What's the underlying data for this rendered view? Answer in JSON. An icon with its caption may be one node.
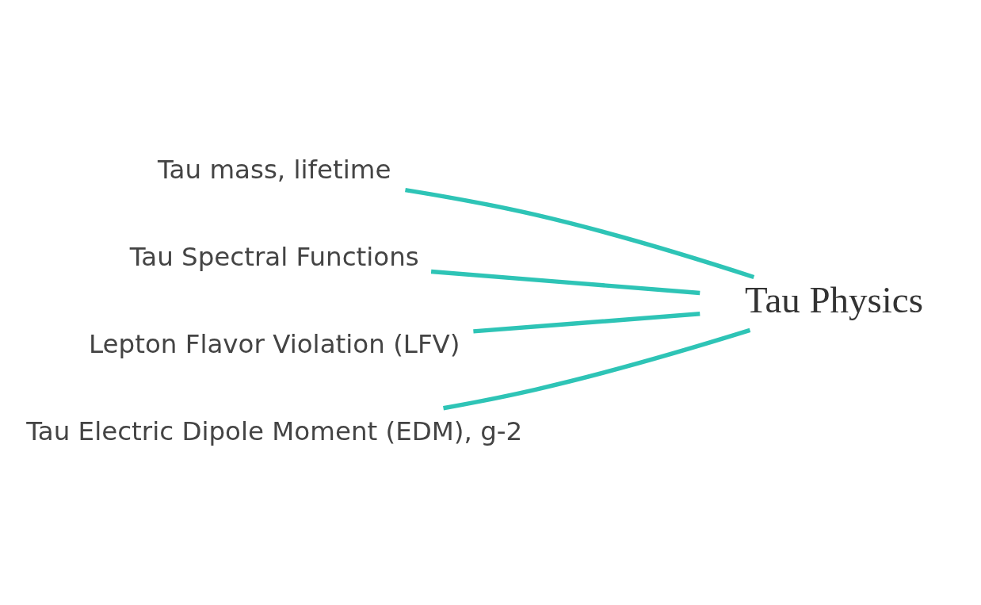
{
  "diagram": {
    "nodes": [
      {
        "text": [
          "Tau Physics"
        ]
      },
      {
        "text": [
          "Tau mass, lifetime"
        ]
      },
      {
        "text": [
          "Tau Spectral Functions"
        ]
      },
      {
        "text": [
          "Lepton Flavor Violation (LFV)"
        ]
      },
      {
        "text": [
          "Tau Electric Dipole Moment (EDM), g-2"
        ]
      }
    ],
    "edges": [
      {
        "from": 0,
        "to": 1,
        "arrow": "none"
      },
      {
        "from": 0,
        "to": 2,
        "arrow": "none"
      },
      {
        "from": 0,
        "to": 3,
        "arrow": "none"
      },
      {
        "from": 0,
        "to": 4,
        "arrow": "none"
      }
    ]
  }
}
